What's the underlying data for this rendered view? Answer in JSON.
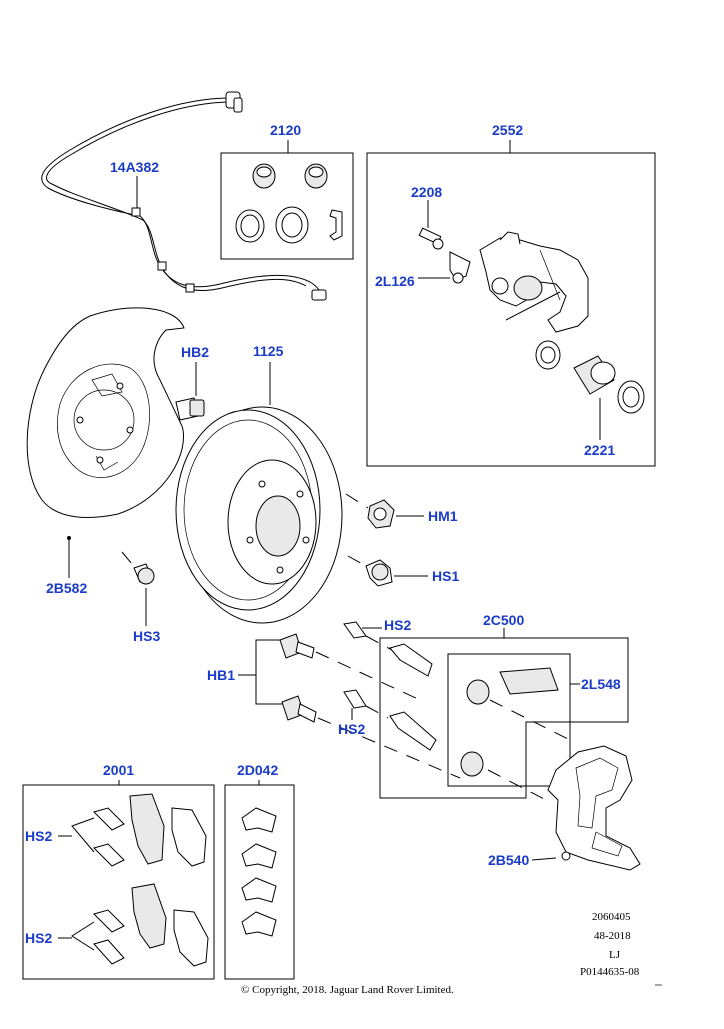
{
  "diagram": {
    "parts": {
      "p14A382": "14A382",
      "p2120": "2120",
      "p2552": "2552",
      "p2208": "2208",
      "p2L126": "2L126",
      "pHB2": "HB2",
      "p1125": "1125",
      "p2221": "2221",
      "pHM1": "HM1",
      "pHS1": "HS1",
      "p2B582": "2B582",
      "pHS3": "HS3",
      "pHS2a": "HS2",
      "p2C500": "2C500",
      "pHB1": "HB1",
      "p2L548": "2L548",
      "pHS2b": "HS2",
      "p2001": "2001",
      "p2D042": "2D042",
      "pHS2c": "HS2",
      "pHS2d": "HS2",
      "p2B540": "2B540"
    },
    "meta": {
      "line1": "2060405",
      "line2": "48-2018",
      "line3": "LJ",
      "line4": "P0144635-08"
    },
    "copyright": "© Copyright, 2018. Jaguar Land Rover Limited.",
    "colors": {
      "callout": "#1a3cc8",
      "line": "#000000"
    }
  }
}
